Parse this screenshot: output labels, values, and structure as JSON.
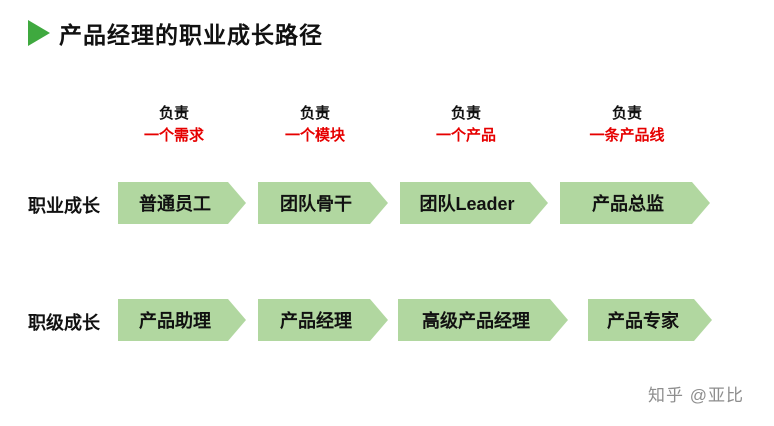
{
  "title": "产品经理的职业成长路径",
  "duty_labels": [
    {
      "top": "负责",
      "bottom": "一个需求"
    },
    {
      "top": "负责",
      "bottom": "一个模块"
    },
    {
      "top": "负责",
      "bottom": "一个产品"
    },
    {
      "top": "负责",
      "bottom": "一条产品线"
    }
  ],
  "career_row": {
    "label": "职业成长",
    "items": [
      "普通员工",
      "团队骨干",
      "团队Leader",
      "产品总监"
    ]
  },
  "rank_row": {
    "label": "职级成长",
    "items": [
      "产品助理",
      "产品经理",
      "高级产品经理",
      "产品专家"
    ]
  },
  "watermark": "知乎 @亚比",
  "colors": {
    "arrow_fill": "#b1d7a0",
    "accent_green": "#3fa93f",
    "highlight_red": "#e60000",
    "watermark_gray": "#8e8e8e"
  }
}
